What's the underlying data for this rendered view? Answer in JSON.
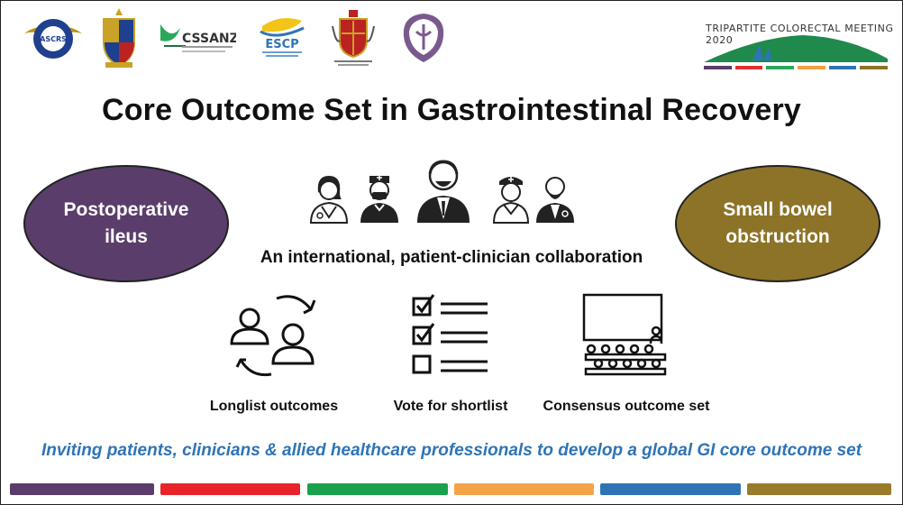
{
  "header": {
    "logos": [
      {
        "icon": "ascrs-seal-icon",
        "text": "ASCRS"
      },
      {
        "icon": "crest-shield-icon"
      },
      {
        "icon": "cssanz-logo-icon",
        "text": "CSSANZ"
      },
      {
        "icon": "escp-logo-icon",
        "text": "ESCP"
      },
      {
        "icon": "racs-crest-icon"
      },
      {
        "icon": "purple-crest-icon"
      }
    ],
    "meeting_title": "TRIPARTITE COLORECTAL MEETING 2020",
    "meeting_bar_colors": [
      "#5b3d6b",
      "#e03030",
      "#2aa85a",
      "#f0a040",
      "#2e74b5",
      "#8d7328"
    ]
  },
  "main": {
    "title": "Core Outcome Set in Gastrointestinal Recovery",
    "left_condition": {
      "line1": "Postoperative",
      "line2": "ileus",
      "color": "#5b3d6b"
    },
    "right_condition": {
      "line1": "Small bowel",
      "line2": "obstruction",
      "color": "#8d7328"
    },
    "collaboration_text": "An international, patient-clinician collaboration",
    "people_icons": [
      "female-doctor-icon",
      "male-nurse-icon",
      "male-patient-icon",
      "female-nurse-icon",
      "bearded-doctor-icon"
    ],
    "steps": [
      {
        "label": "Longlist outcomes",
        "icon": "exchange-people-icon"
      },
      {
        "label": "Vote for shortlist",
        "icon": "checklist-icon"
      },
      {
        "label": "Consensus outcome set",
        "icon": "audience-presentation-icon"
      }
    ],
    "tagline": "Inviting patients, clinicians & allied healthcare professionals to develop a global GI core outcome set"
  },
  "footer": {
    "bar_colors": [
      "#5b3d6b",
      "#e8232a",
      "#1aa14e",
      "#f4a346",
      "#2e74b5",
      "#9a7b2c"
    ]
  }
}
